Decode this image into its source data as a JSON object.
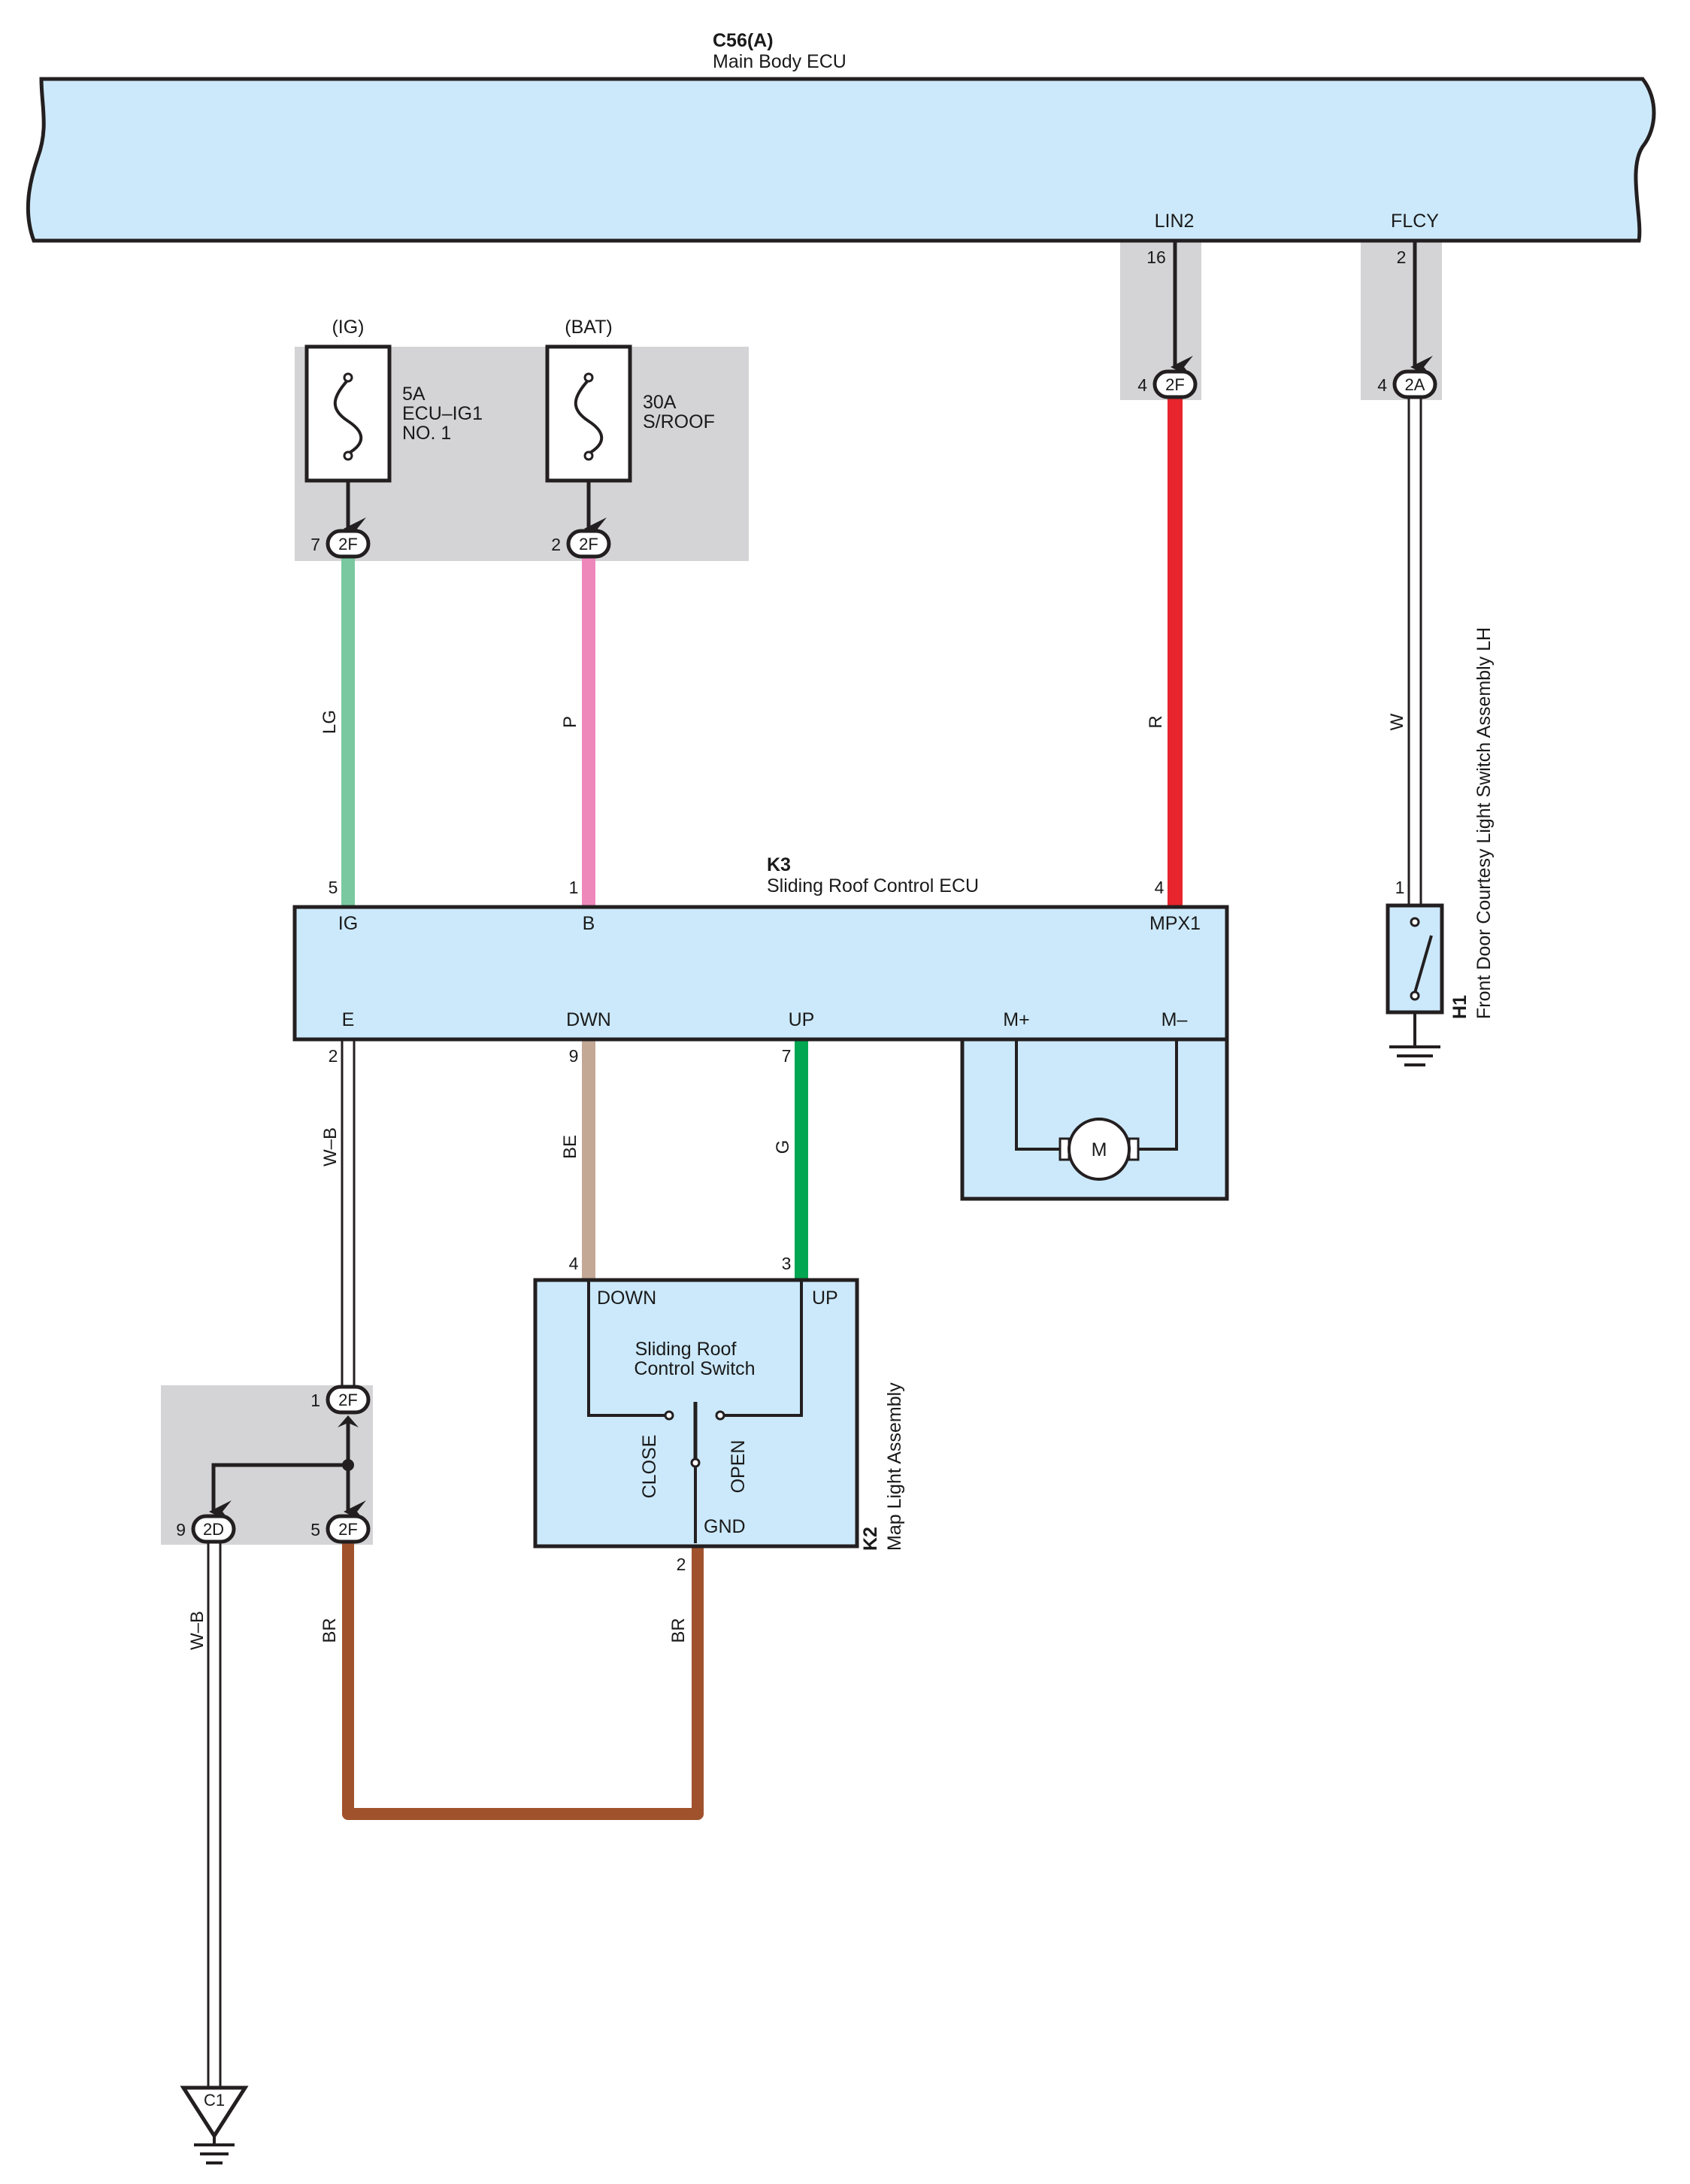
{
  "components": {
    "main_ecu": {
      "code": "C56(A)",
      "name": "Main Body ECU",
      "pins": {
        "lin2": "LIN2",
        "flcy": "FLCY"
      }
    },
    "sliding_roof_ecu": {
      "code": "K3",
      "name": "Sliding Roof Control ECU",
      "pins": {
        "ig": "IG",
        "b": "B",
        "mpx1": "MPX1",
        "e": "E",
        "dwn": "DWN",
        "up": "UP",
        "mplus": "M+",
        "mminus": "M–"
      }
    },
    "motor": {
      "symbol": "M"
    },
    "map_light": {
      "code": "K2",
      "name": "Map Light Assembly",
      "switch_name_line1": "Sliding Roof",
      "switch_name_line2": "Control Switch",
      "pins": {
        "down": "DOWN",
        "up": "UP",
        "gnd": "GND"
      },
      "positions": {
        "close": "CLOSE",
        "open": "OPEN"
      }
    },
    "door_switch": {
      "code": "H1",
      "name": "Front Door Courtesy Light Switch Assembly LH"
    },
    "ground_point": {
      "code": "C1"
    }
  },
  "fuses": [
    {
      "source": "(IG)",
      "rating": "5A",
      "name_line1": "ECU–IG1",
      "name_line2": "NO. 1"
    },
    {
      "source": "(BAT)",
      "rating": "30A",
      "name_line1": "S/ROOF",
      "name_line2": ""
    }
  ],
  "connectors": {
    "fuse_ig": {
      "id": "2F",
      "pin": "7"
    },
    "fuse_bat": {
      "id": "2F",
      "pin": "2"
    },
    "lin2": {
      "id": "2F",
      "pin": "4"
    },
    "flcy": {
      "id": "2A",
      "pin": "4"
    },
    "junction_in": {
      "id": "2F",
      "pin": "1"
    },
    "junction_out_left": {
      "id": "2D",
      "pin": "9"
    },
    "junction_out_right": {
      "id": "2F",
      "pin": "5"
    }
  },
  "pin_numbers": {
    "main_lin2": "16",
    "main_flcy": "2",
    "ecu_ig": "5",
    "ecu_b": "1",
    "ecu_mpx1": "4",
    "ecu_e": "2",
    "ecu_dwn": "9",
    "ecu_up": "7",
    "switch_down": "4",
    "switch_up": "3",
    "switch_gnd": "2",
    "door_switch": "1"
  },
  "wires": [
    {
      "id": "lg",
      "code": "LG",
      "color": "#7ac8a0"
    },
    {
      "id": "p",
      "code": "P",
      "color": "#ee88bb"
    },
    {
      "id": "r",
      "code": "R",
      "color": "#e8242c"
    },
    {
      "id": "w",
      "code": "W",
      "color": "#ffffff"
    },
    {
      "id": "wb_top",
      "code": "W–B",
      "color": "#ffffff"
    },
    {
      "id": "be",
      "code": "BE",
      "color": "#c4a896"
    },
    {
      "id": "g",
      "code": "G",
      "color": "#00a651"
    },
    {
      "id": "br_left",
      "code": "BR",
      "color": "#a0522d"
    },
    {
      "id": "br_right",
      "code": "BR",
      "color": "#a0522d"
    },
    {
      "id": "wb_bottom",
      "code": "W–B",
      "color": "#ffffff"
    }
  ],
  "colors": {
    "component_fill": "#cce9fb",
    "connector_box": "#d4d4d6",
    "outline": "#231f20"
  }
}
